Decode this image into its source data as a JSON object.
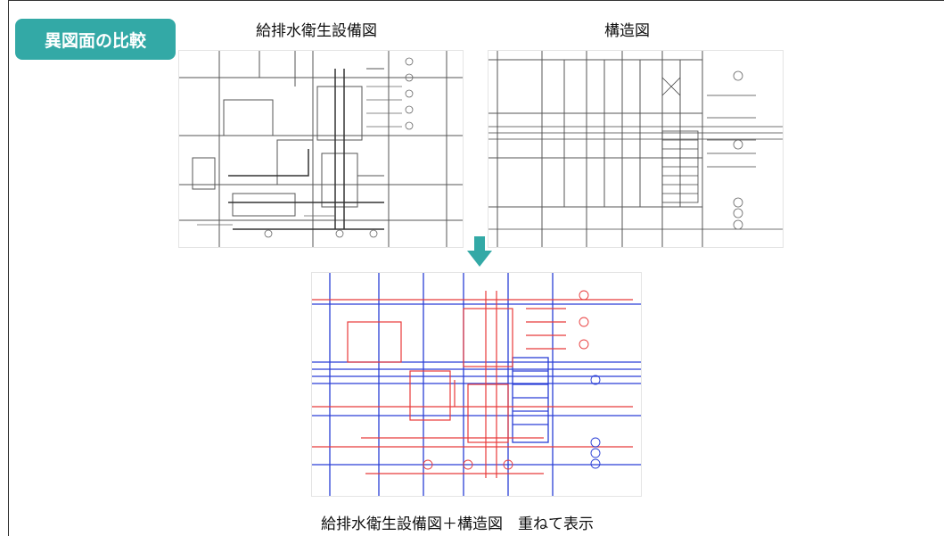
{
  "tag_label": "異図面の比較",
  "captions": {
    "plumbing": "給排水衛生設備図",
    "structure": "構造図",
    "overlay": "給排水衛生設備図＋構造図　重ねて表示"
  },
  "colors": {
    "accent": "#33a9a6",
    "plumbing_overlay": "#e83a3a",
    "structure_overlay": "#2a3fd6",
    "drawing_line": "#555555"
  }
}
